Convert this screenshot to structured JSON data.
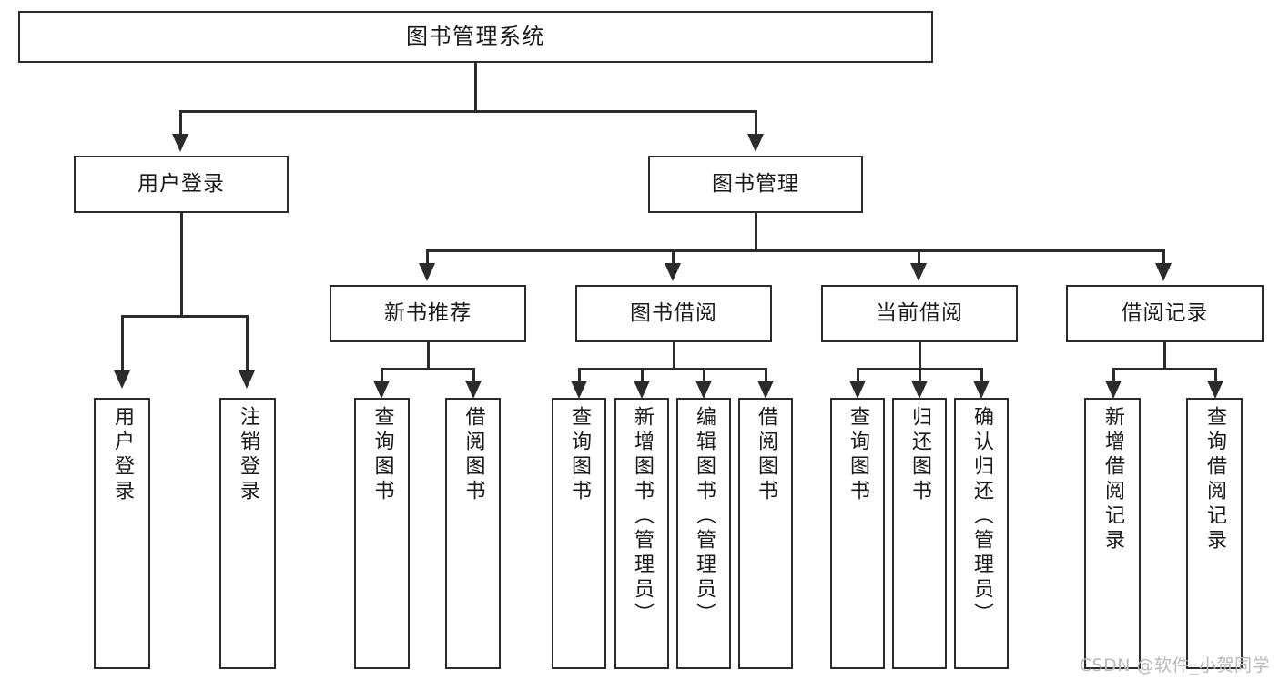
{
  "diagram": {
    "type": "tree-hierarchy",
    "title": "图书管理系统",
    "watermark": "CSDN @软件_小贺同学",
    "colors": {
      "stroke": "#2b2b2b",
      "fill": "#ffffff",
      "text": "#1a1a1a",
      "watermark": "#b9b9b9"
    },
    "levels": {
      "root": {
        "label": "图书管理系统"
      },
      "level2": [
        {
          "id": "user-login",
          "label": "用户登录"
        },
        {
          "id": "book-management",
          "label": "图书管理"
        }
      ],
      "level3": [
        {
          "id": "new-book-recommend",
          "label": "新书推荐",
          "parent": "book-management"
        },
        {
          "id": "book-borrow",
          "label": "图书借阅",
          "parent": "book-management"
        },
        {
          "id": "current-borrow",
          "label": "当前借阅",
          "parent": "book-management"
        },
        {
          "id": "borrow-record",
          "label": "借阅记录",
          "parent": "book-management"
        }
      ],
      "leaves": [
        {
          "id": "leaf-user-login",
          "label": "用户登录",
          "parent": "user-login"
        },
        {
          "id": "leaf-logout-login",
          "label": "注销登录",
          "parent": "user-login"
        },
        {
          "id": "leaf-query-book-1",
          "label": "查询图书",
          "parent": "new-book-recommend"
        },
        {
          "id": "leaf-borrow-book-1",
          "label": "借阅图书",
          "parent": "new-book-recommend"
        },
        {
          "id": "leaf-query-book-2",
          "label": "查询图书",
          "parent": "book-borrow"
        },
        {
          "id": "leaf-add-book",
          "label": "新增图书（管理员）",
          "parent": "book-borrow"
        },
        {
          "id": "leaf-edit-book",
          "label": "编辑图书（管理员）",
          "parent": "book-borrow"
        },
        {
          "id": "leaf-borrow-book-2",
          "label": "借阅图书",
          "parent": "book-borrow"
        },
        {
          "id": "leaf-query-book-3",
          "label": "查询图书",
          "parent": "current-borrow"
        },
        {
          "id": "leaf-return-book",
          "label": "归还图书",
          "parent": "current-borrow"
        },
        {
          "id": "leaf-confirm-return",
          "label": "确认归还（管理员）",
          "parent": "current-borrow"
        },
        {
          "id": "leaf-add-borrow-record",
          "label": "新增借阅记录",
          "parent": "borrow-record"
        },
        {
          "id": "leaf-query-borrow-record",
          "label": "查询借阅记录",
          "parent": "borrow-record"
        }
      ]
    }
  }
}
